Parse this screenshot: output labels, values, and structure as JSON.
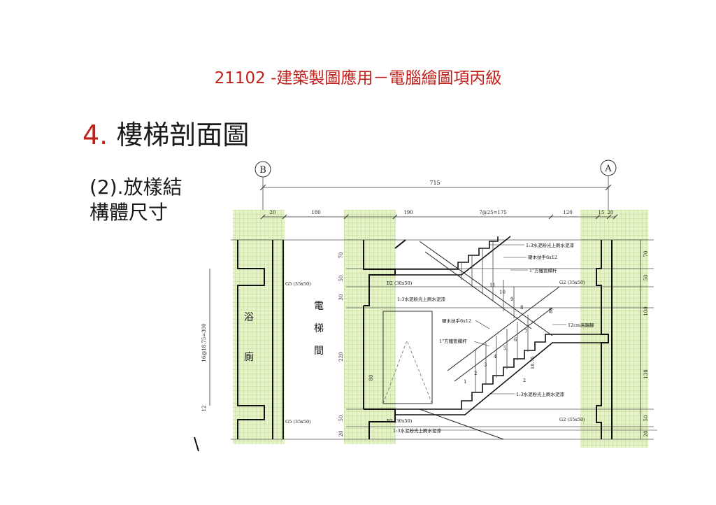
{
  "header": {
    "course_title": "21102 -建築製圖應用－電腦繪圖項丙級"
  },
  "section": {
    "number": "4.",
    "title": "樓梯剖面圖"
  },
  "subtitle": {
    "line1": "(2).放樣結",
    "line2": "構體尺寸"
  },
  "drawing": {
    "grid_b": "B",
    "grid_a": "A",
    "overall_dim": "715",
    "top_dims": [
      "20",
      "180",
      "190",
      "7@25=175",
      "120",
      "15",
      "20"
    ],
    "left_vertical_dim": "16@18.75=300",
    "left_bottom_dim": "12",
    "mid_vertical_dims": [
      "70",
      "50",
      "30",
      "220",
      "80",
      "50",
      "20"
    ],
    "right_vertical_dims": [
      "70",
      "50",
      "100",
      "138",
      "50",
      "20"
    ],
    "room_bath": [
      "浴",
      "廁"
    ],
    "room_elevator": [
      "電",
      "梯",
      "間"
    ],
    "labels": {
      "g5_top": "G5 (35x50)",
      "g5_bottom": "G5 (35x50)",
      "b2_top": "B2 (30x50)",
      "b2_bottom": "B2 (30x50)",
      "plaster_mid": "1:3水泥粉光上刷水泥漆",
      "plaster_bottom": "1:3水泥粉光上刷水泥漆",
      "plaster_top_right": "1:3水泥粉光上刷水泥漆",
      "plaster_right_bottom": "1:3水泥粉光上刷水泥漆",
      "handrail_top": "硬木扶手6x12",
      "rail_top": "1\"方鐵管欄杆",
      "g2_top": "G2 (35x50)",
      "handrail_mid": "硬木扶手6x12",
      "rail_mid": "1\"方鐵管欄杆",
      "skirting": "12cm高踢腳",
      "g2_bottom": "G2 (35x50)",
      "dim_80_right": "80",
      "dim_18_75": "18.75",
      "dim_2": "2"
    },
    "step_numbers": [
      "1",
      "2",
      "3",
      "4",
      "5",
      "6",
      "7",
      "8",
      "9",
      "10",
      "11"
    ]
  }
}
